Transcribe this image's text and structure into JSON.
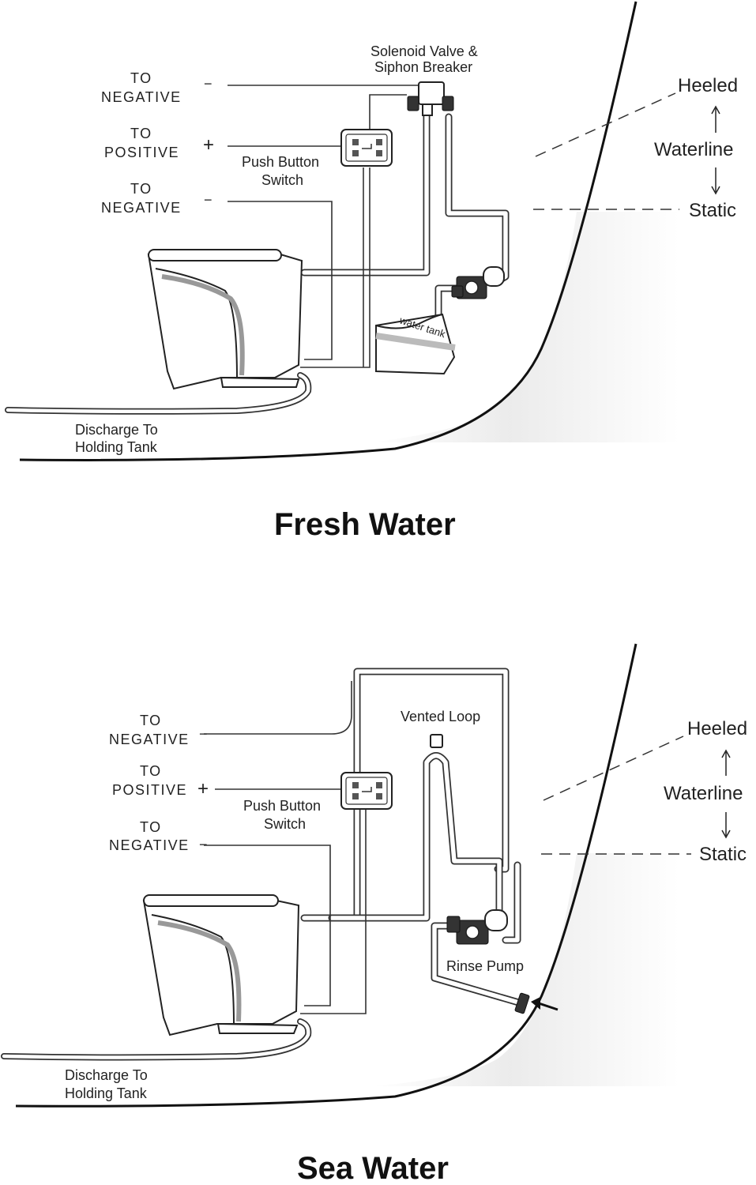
{
  "diagrams": [
    {
      "title": "Fresh Water",
      "labels": {
        "neg1": "TO",
        "neg1b": "NEGATIVE",
        "pos": "TO",
        "posb": "POSITIVE",
        "neg2": "TO",
        "neg2b": "NEGATIVE",
        "switch1": "Push Button",
        "switch2": "Switch",
        "valve1": "Solenoid Valve &",
        "valve2": "Siphon Breaker",
        "tank": "water tank",
        "discharge1": "Discharge To",
        "discharge2": "Holding Tank",
        "heeled": "Heeled",
        "waterline": "Waterline",
        "static": "Static",
        "minus1": "−",
        "plus": "+",
        "minus2": "−"
      }
    },
    {
      "title": "Sea Water",
      "labels": {
        "neg1": "TO",
        "neg1b": "NEGATIVE",
        "pos": "TO",
        "posb": "POSITIVE",
        "neg2": "TO",
        "neg2b": "NEGATIVE",
        "switch1": "Push Button",
        "switch2": "Switch",
        "vented": "Vented Loop",
        "pump": "Rinse Pump",
        "discharge1": "Discharge To",
        "discharge2": "Holding Tank",
        "heeled": "Heeled",
        "waterline": "Waterline",
        "static": "Static",
        "minus1": "−",
        "plus": "+",
        "minus2": "−"
      }
    }
  ]
}
